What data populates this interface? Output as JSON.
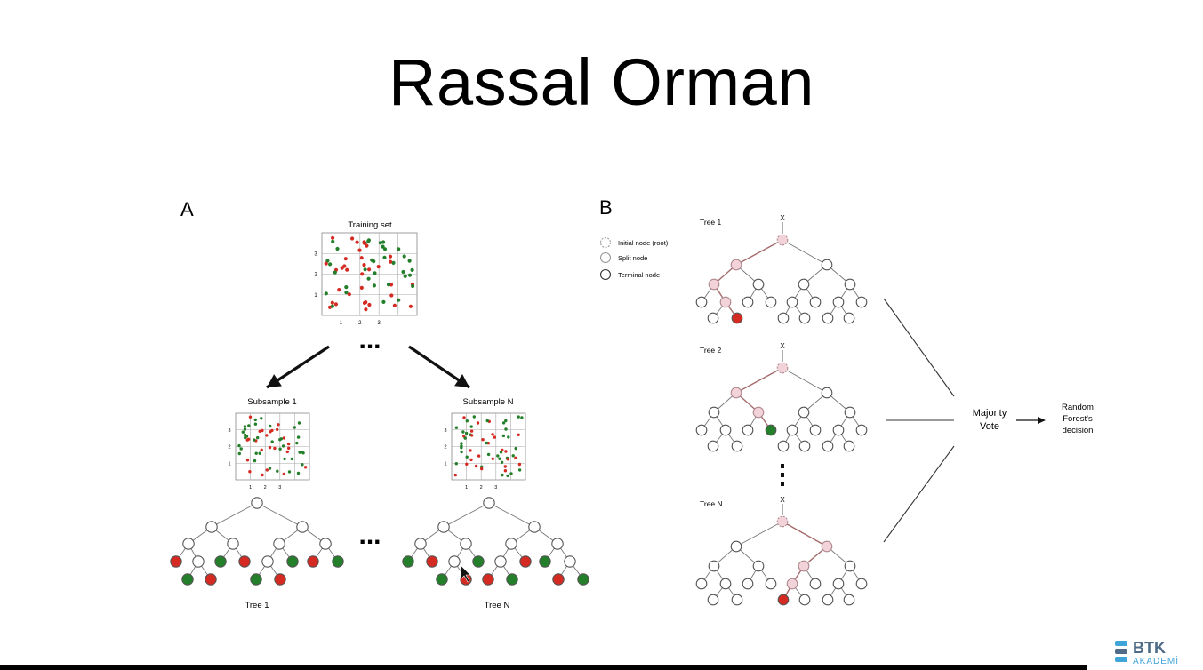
{
  "slide": {
    "title": "Rassal Orman"
  },
  "panel_a": {
    "letter": "A",
    "training_label": "Training set",
    "subsample_1_label": "Subsample 1",
    "subsample_n_label": "Subsample  N",
    "tree_1_label": "Tree 1",
    "tree_n_label": "Tree N",
    "grid_x_ticks": [
      "1",
      "2",
      "3"
    ],
    "grid_y_ticks": [
      "1",
      "2",
      "3"
    ],
    "ellipsis": "..."
  },
  "panel_b": {
    "letter": "B",
    "legend": [
      {
        "label": "Initial node (root)",
        "style": "dashed"
      },
      {
        "label": "Split node",
        "style": "light"
      },
      {
        "label": "Terminal node",
        "style": "dark"
      }
    ],
    "tree_labels": [
      "Tree 1",
      "Tree 2",
      "Tree N"
    ],
    "x_label": "X",
    "vote_label": [
      "Majority",
      "Vote"
    ],
    "decision_label": [
      "Random",
      "Forest's",
      "decision"
    ]
  },
  "logo": {
    "line1": "BTK",
    "line2": "AKADEMİ"
  },
  "colors": {
    "red": "#d42a22",
    "green": "#247f2b",
    "pink": "#f2d3d9",
    "path": "#a56a6a",
    "line": "#777777",
    "logo_blue": "#3fa4d8",
    "logo_dark": "#4f6b88"
  }
}
